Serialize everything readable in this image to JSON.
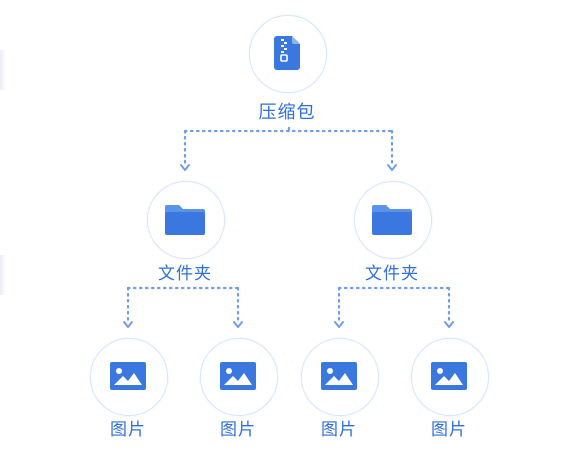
{
  "diagram": {
    "root": {
      "label": "压缩包",
      "icon": "zip-file-icon"
    },
    "folders": [
      {
        "label": "文件夹",
        "icon": "folder-icon",
        "children": [
          {
            "label": "图片",
            "icon": "image-icon"
          },
          {
            "label": "图片",
            "icon": "image-icon"
          }
        ]
      },
      {
        "label": "文件夹",
        "icon": "folder-icon",
        "children": [
          {
            "label": "图片",
            "icon": "image-icon"
          },
          {
            "label": "图片",
            "icon": "image-icon"
          }
        ]
      }
    ]
  },
  "colors": {
    "accent": "#3a78e0",
    "label": "#2f6fdc",
    "connector": "#6f9ee6",
    "circle_border": "#d9e5f9"
  }
}
